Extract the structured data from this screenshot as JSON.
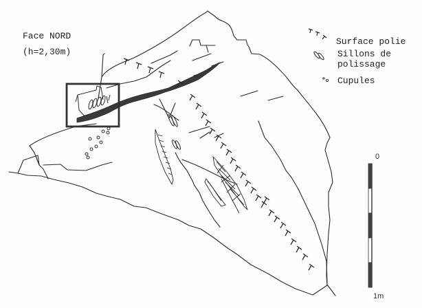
{
  "figure": {
    "title_line1": "Face NORD",
    "title_line2": "(h=2,30m)"
  },
  "legend": {
    "items": [
      {
        "symbol": "T-ticks",
        "symbol_name": "polished-surface-symbol",
        "label": "Surface polie"
      },
      {
        "symbol": "double-oval",
        "symbol_name": "polishing-groove-symbol",
        "label_line1": "Sillons de",
        "label_line2": "polissage"
      },
      {
        "symbol": "small-circles",
        "symbol_name": "cup-mark-symbol",
        "label": "Cupules"
      }
    ]
  },
  "scale_bar": {
    "top_label": "0",
    "bottom_label": "1m",
    "segments": 5
  },
  "colors": {
    "ink": "#2a2a2a",
    "fill_dark": "#3a3a3a",
    "paper": "#fdfdfd"
  }
}
